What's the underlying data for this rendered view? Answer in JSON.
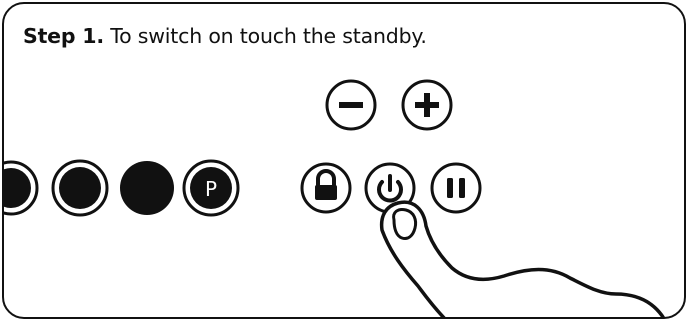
{
  "instruction": {
    "step_label": "Step 1.",
    "text": "To switch on touch the standby."
  },
  "controls": {
    "program_label": "P",
    "minus_icon": "minus-icon",
    "plus_icon": "plus-icon",
    "lock_icon": "lock-icon",
    "power_icon": "power-standby-icon",
    "pause_icon": "pause-icon"
  },
  "colors": {
    "stroke": "#111111",
    "background": "#ffffff",
    "filled_button": "#111111"
  }
}
